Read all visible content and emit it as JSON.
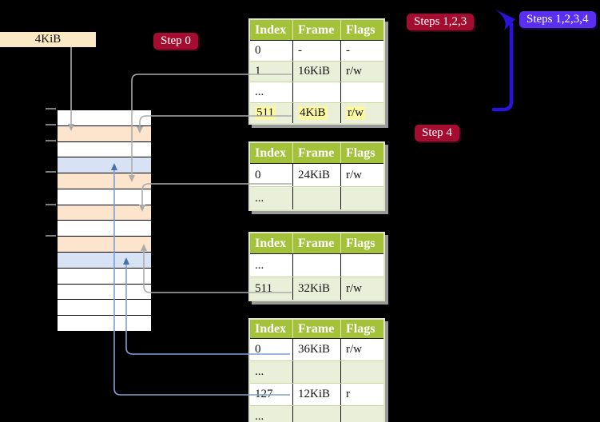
{
  "labels": {
    "frame_size": "4KiB",
    "step0": "Step 0",
    "steps123": "Steps 1,2,3",
    "steps1234": "Steps 1,2,3,4",
    "step4": "Step 4"
  },
  "colors": {
    "page-bg": "#000000",
    "header-green": "#a3c139",
    "row-green": "#e9efd8",
    "highlight-yellow": "#fbf7a3",
    "step-red": "#a50d30",
    "steps-blue": "#5a2ff0",
    "arrow-blue": "#2b13dc",
    "line-gray": "#ababab",
    "line-blue": "#7d9fd4",
    "line-blue-head": "#4a6fae",
    "peach": "#fce4cd",
    "pale-blue": "#d7e3f4",
    "cream": "#fae9c4",
    "shadow-gray": "#9a9a9a",
    "tick-gray": "#7f7f7f"
  },
  "memory": {
    "rows": [
      "white",
      "peach",
      "white",
      "blue",
      "peach",
      "white",
      "peach",
      "white",
      "peach",
      "blue",
      "white",
      "white",
      "white",
      "white"
    ]
  },
  "tables": [
    {
      "headers": [
        "Index",
        "Frame",
        "Flags"
      ],
      "rows": [
        {
          "index": "0",
          "frame": "-",
          "flags": "-",
          "shaded": false,
          "highlight": false
        },
        {
          "index": "1",
          "frame": "16KiB",
          "flags": "r/w",
          "shaded": true,
          "highlight": false
        },
        {
          "index": "...",
          "frame": "",
          "flags": "",
          "shaded": false,
          "highlight": false
        },
        {
          "index": "511",
          "frame": "4KiB",
          "flags": "r/w",
          "shaded": true,
          "highlight": true
        }
      ]
    },
    {
      "headers": [
        "Index",
        "Frame",
        "Flags"
      ],
      "rows": [
        {
          "index": "0",
          "frame": "24KiB",
          "flags": "r/w",
          "shaded": false,
          "highlight": false
        },
        {
          "index": "...",
          "frame": "",
          "flags": "",
          "shaded": true,
          "highlight": false
        }
      ]
    },
    {
      "headers": [
        "Index",
        "Frame",
        "Flags"
      ],
      "rows": [
        {
          "index": "...",
          "frame": "",
          "flags": "",
          "shaded": false,
          "highlight": false
        },
        {
          "index": "511",
          "frame": "32KiB",
          "flags": "r/w",
          "shaded": true,
          "highlight": false
        }
      ]
    },
    {
      "headers": [
        "Index",
        "Frame",
        "Flags"
      ],
      "rows": [
        {
          "index": "0",
          "frame": "36KiB",
          "flags": "r/w",
          "shaded": false,
          "highlight": false
        },
        {
          "index": "...",
          "frame": "",
          "flags": "",
          "shaded": true,
          "highlight": false
        },
        {
          "index": "127",
          "frame": "12KiB",
          "flags": "r",
          "shaded": false,
          "highlight": false
        },
        {
          "index": "...",
          "frame": "",
          "flags": "",
          "shaded": true,
          "highlight": false
        }
      ]
    }
  ]
}
